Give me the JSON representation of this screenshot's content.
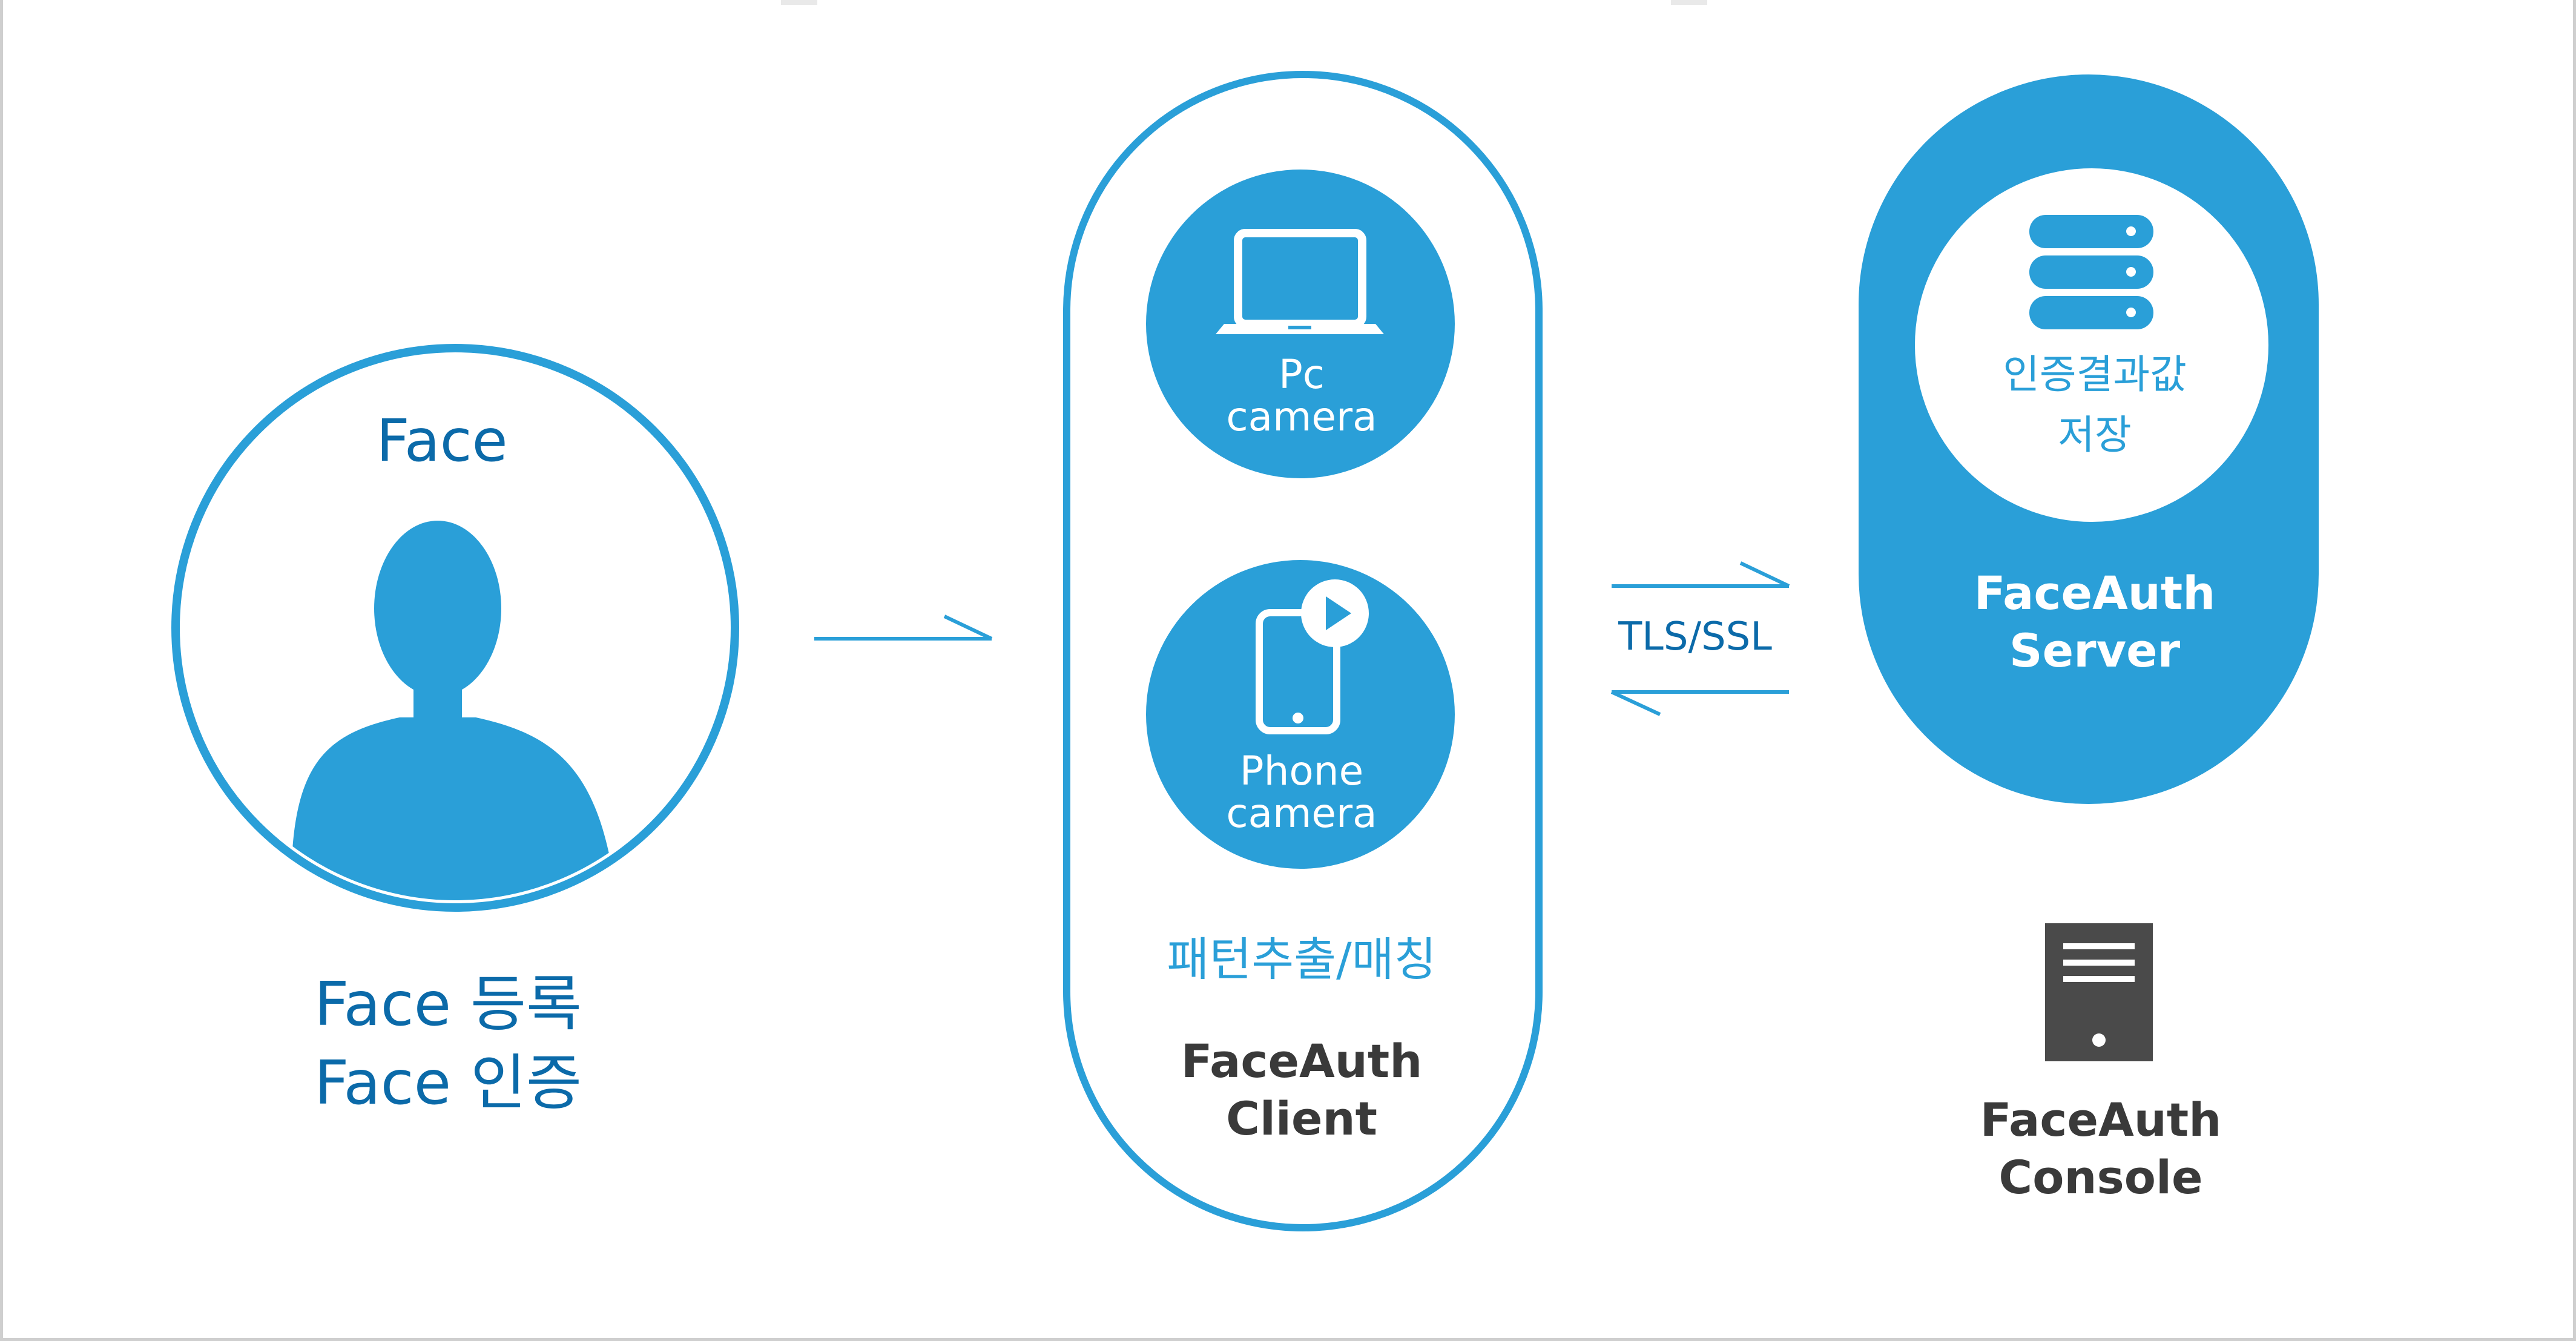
{
  "colors": {
    "accent_blue": "#2a9fd8",
    "dark_blue_text": "#0b6aa9",
    "dark_gray_text": "#3a3a3a",
    "console_gray": "#4a4a4a",
    "background": "#ffffff"
  },
  "face": {
    "title": "Face",
    "register": "Face 등록",
    "authenticate": "Face 인증",
    "icon": "person-silhouette-icon"
  },
  "client": {
    "pc_camera_line1": "Pc",
    "pc_camera_line2": "camera",
    "pc_icon": "laptop-icon",
    "phone_camera_line1": "Phone",
    "phone_camera_line2": "camera",
    "phone_icon": "smartphone-play-icon",
    "pattern_label": "패턴추출/매칭",
    "name_line1": "FaceAuth",
    "name_line2": "Client"
  },
  "connection": {
    "protocol": "TLS/SSL"
  },
  "server": {
    "storage_line1": "인증결과값",
    "storage_line2": "저장",
    "storage_icon": "database-icon",
    "name_line1": "FaceAuth",
    "name_line2": "Server"
  },
  "console": {
    "icon": "server-tower-icon",
    "name_line1": "FaceAuth",
    "name_line2": "Console"
  }
}
